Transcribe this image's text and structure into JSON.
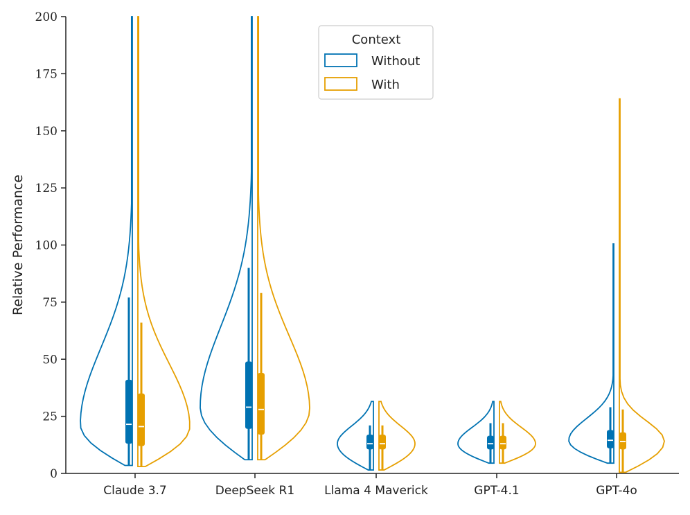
{
  "chart_data": {
    "type": "violin",
    "ylabel": "Relative Performance",
    "xlabel": "",
    "ylim": [
      0,
      200
    ],
    "yticks": [
      0,
      25,
      50,
      75,
      100,
      125,
      150,
      175,
      200
    ],
    "categories": [
      "Claude 3.7",
      "DeepSeek R1",
      "Llama 4 Maverick",
      "GPT-4.1",
      "GPT-4o"
    ],
    "legend": {
      "title": "Context",
      "placement": "top-center"
    },
    "series": [
      {
        "name": "Without",
        "color": "#0072b2",
        "stats": [
          {
            "min": 3.5,
            "q1": 13,
            "median": 21.5,
            "q3": 41,
            "whisker_high": 77,
            "max": 200
          },
          {
            "min": 6,
            "q1": 19.5,
            "median": 29,
            "q3": 49,
            "whisker_high": 90,
            "max": 200
          },
          {
            "min": 1.5,
            "q1": 10.5,
            "median": 13,
            "q3": 17,
            "whisker_high": 21,
            "max": 31.5
          },
          {
            "min": 4.5,
            "q1": 10.5,
            "median": 13,
            "q3": 16.5,
            "whisker_high": 22,
            "max": 31.5
          },
          {
            "min": 4.5,
            "q1": 11,
            "median": 14.5,
            "q3": 19,
            "whisker_high": 29,
            "max": 100.5
          }
        ]
      },
      {
        "name": "With",
        "color": "#e69f00",
        "stats": [
          {
            "min": 3.0,
            "q1": 12,
            "median": 20.5,
            "q3": 35,
            "whisker_high": 66,
            "max": 200
          },
          {
            "min": 6,
            "q1": 17,
            "median": 28,
            "q3": 44,
            "whisker_high": 79,
            "max": 200
          },
          {
            "min": 1.5,
            "q1": 10.5,
            "median": 13,
            "q3": 17,
            "whisker_high": 21,
            "max": 31.5
          },
          {
            "min": 4.5,
            "q1": 10.5,
            "median": 13,
            "q3": 16.5,
            "whisker_high": 22,
            "max": 31.5
          },
          {
            "min": 0.5,
            "q1": 10.5,
            "median": 14,
            "q3": 18,
            "whisker_high": 28,
            "max": 164
          }
        ]
      }
    ]
  }
}
